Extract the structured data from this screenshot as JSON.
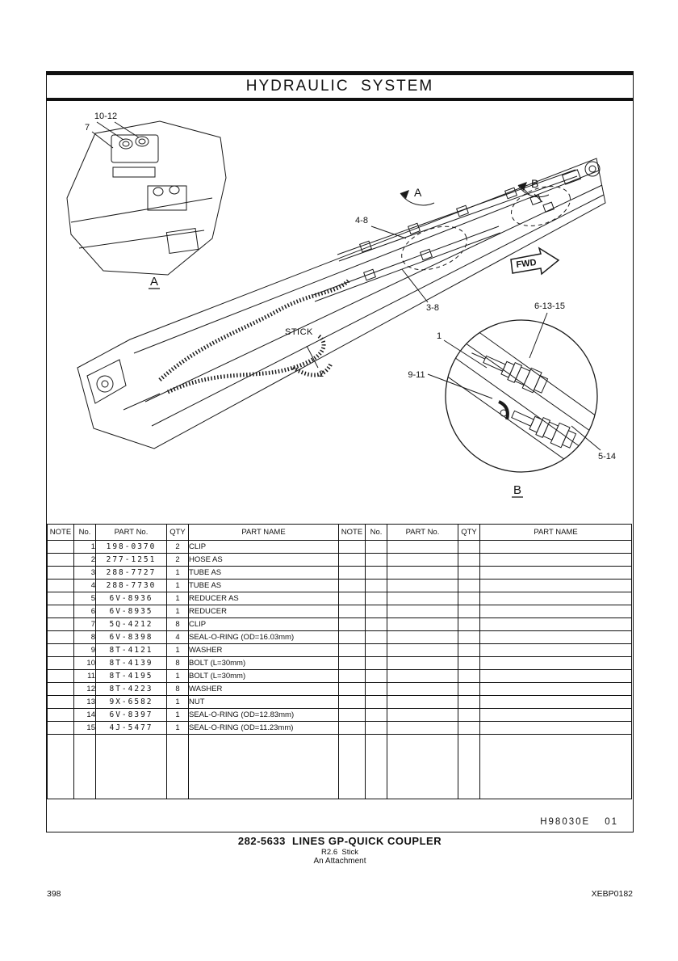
{
  "page": {
    "title": "HYDRAULIC  SYSTEM",
    "doc_number": "H98030E",
    "doc_revision": "01",
    "caption_title": "282-5633  LINES GP-QUICK COUPLER",
    "caption_sub1": "R2.6  Stick",
    "caption_sub2": "An Attachment",
    "page_number": "398",
    "footer_code": "XEBP0182"
  },
  "diagram": {
    "view_a_label": "A",
    "view_b_label": "B",
    "arrow_a_label": "A",
    "arrow_b_label": "B",
    "fwd_label": "FWD",
    "stick_label": "STICK",
    "callouts": {
      "c10_12": "10-12",
      "c7": "7",
      "c4_8": "4-8",
      "c3_8": "3-8",
      "c2": "2",
      "c1": "1",
      "c9_11": "9-11",
      "c6_13_15": "6-13-15",
      "c5_14": "5-14"
    }
  },
  "table": {
    "headers": [
      "NOTE",
      "No.",
      "PART No.",
      "QTY",
      "PART NAME"
    ],
    "rows": [
      {
        "note": "",
        "no": "1",
        "part_no": "198-0370",
        "qty": "2",
        "name": "CLIP"
      },
      {
        "note": "",
        "no": "2",
        "part_no": "277-1251",
        "qty": "2",
        "name": "HOSE AS"
      },
      {
        "note": "",
        "no": "3",
        "part_no": "288-7727",
        "qty": "1",
        "name": "TUBE AS"
      },
      {
        "note": "",
        "no": "4",
        "part_no": "288-7730",
        "qty": "1",
        "name": "TUBE AS"
      },
      {
        "note": "",
        "no": "5",
        "part_no": "6V-8936",
        "qty": "1",
        "name": "REDUCER AS"
      },
      {
        "note": "",
        "no": "6",
        "part_no": "6V-8935",
        "qty": "1",
        "name": "REDUCER"
      },
      {
        "note": "",
        "no": "7",
        "part_no": "5Q-4212",
        "qty": "8",
        "name": "CLIP"
      },
      {
        "note": "",
        "no": "8",
        "part_no": "6V-8398",
        "qty": "4",
        "name": "SEAL-O-RING (OD=16.03mm)"
      },
      {
        "note": "",
        "no": "9",
        "part_no": "8T-4121",
        "qty": "1",
        "name": "WASHER"
      },
      {
        "note": "",
        "no": "10",
        "part_no": "8T-4139",
        "qty": "8",
        "name": "BOLT (L=30mm)"
      },
      {
        "note": "",
        "no": "11",
        "part_no": "8T-4195",
        "qty": "1",
        "name": "BOLT (L=30mm)"
      },
      {
        "note": "",
        "no": "12",
        "part_no": "8T-4223",
        "qty": "8",
        "name": "WASHER"
      },
      {
        "note": "",
        "no": "13",
        "part_no": "9X-6582",
        "qty": "1",
        "name": "NUT"
      },
      {
        "note": "",
        "no": "14",
        "part_no": "6V-8397",
        "qty": "1",
        "name": "SEAL-O-RING (OD=12.83mm)"
      },
      {
        "note": "",
        "no": "15",
        "part_no": "4J-5477",
        "qty": "1",
        "name": "SEAL-O-RING (OD=11.23mm)"
      }
    ]
  }
}
